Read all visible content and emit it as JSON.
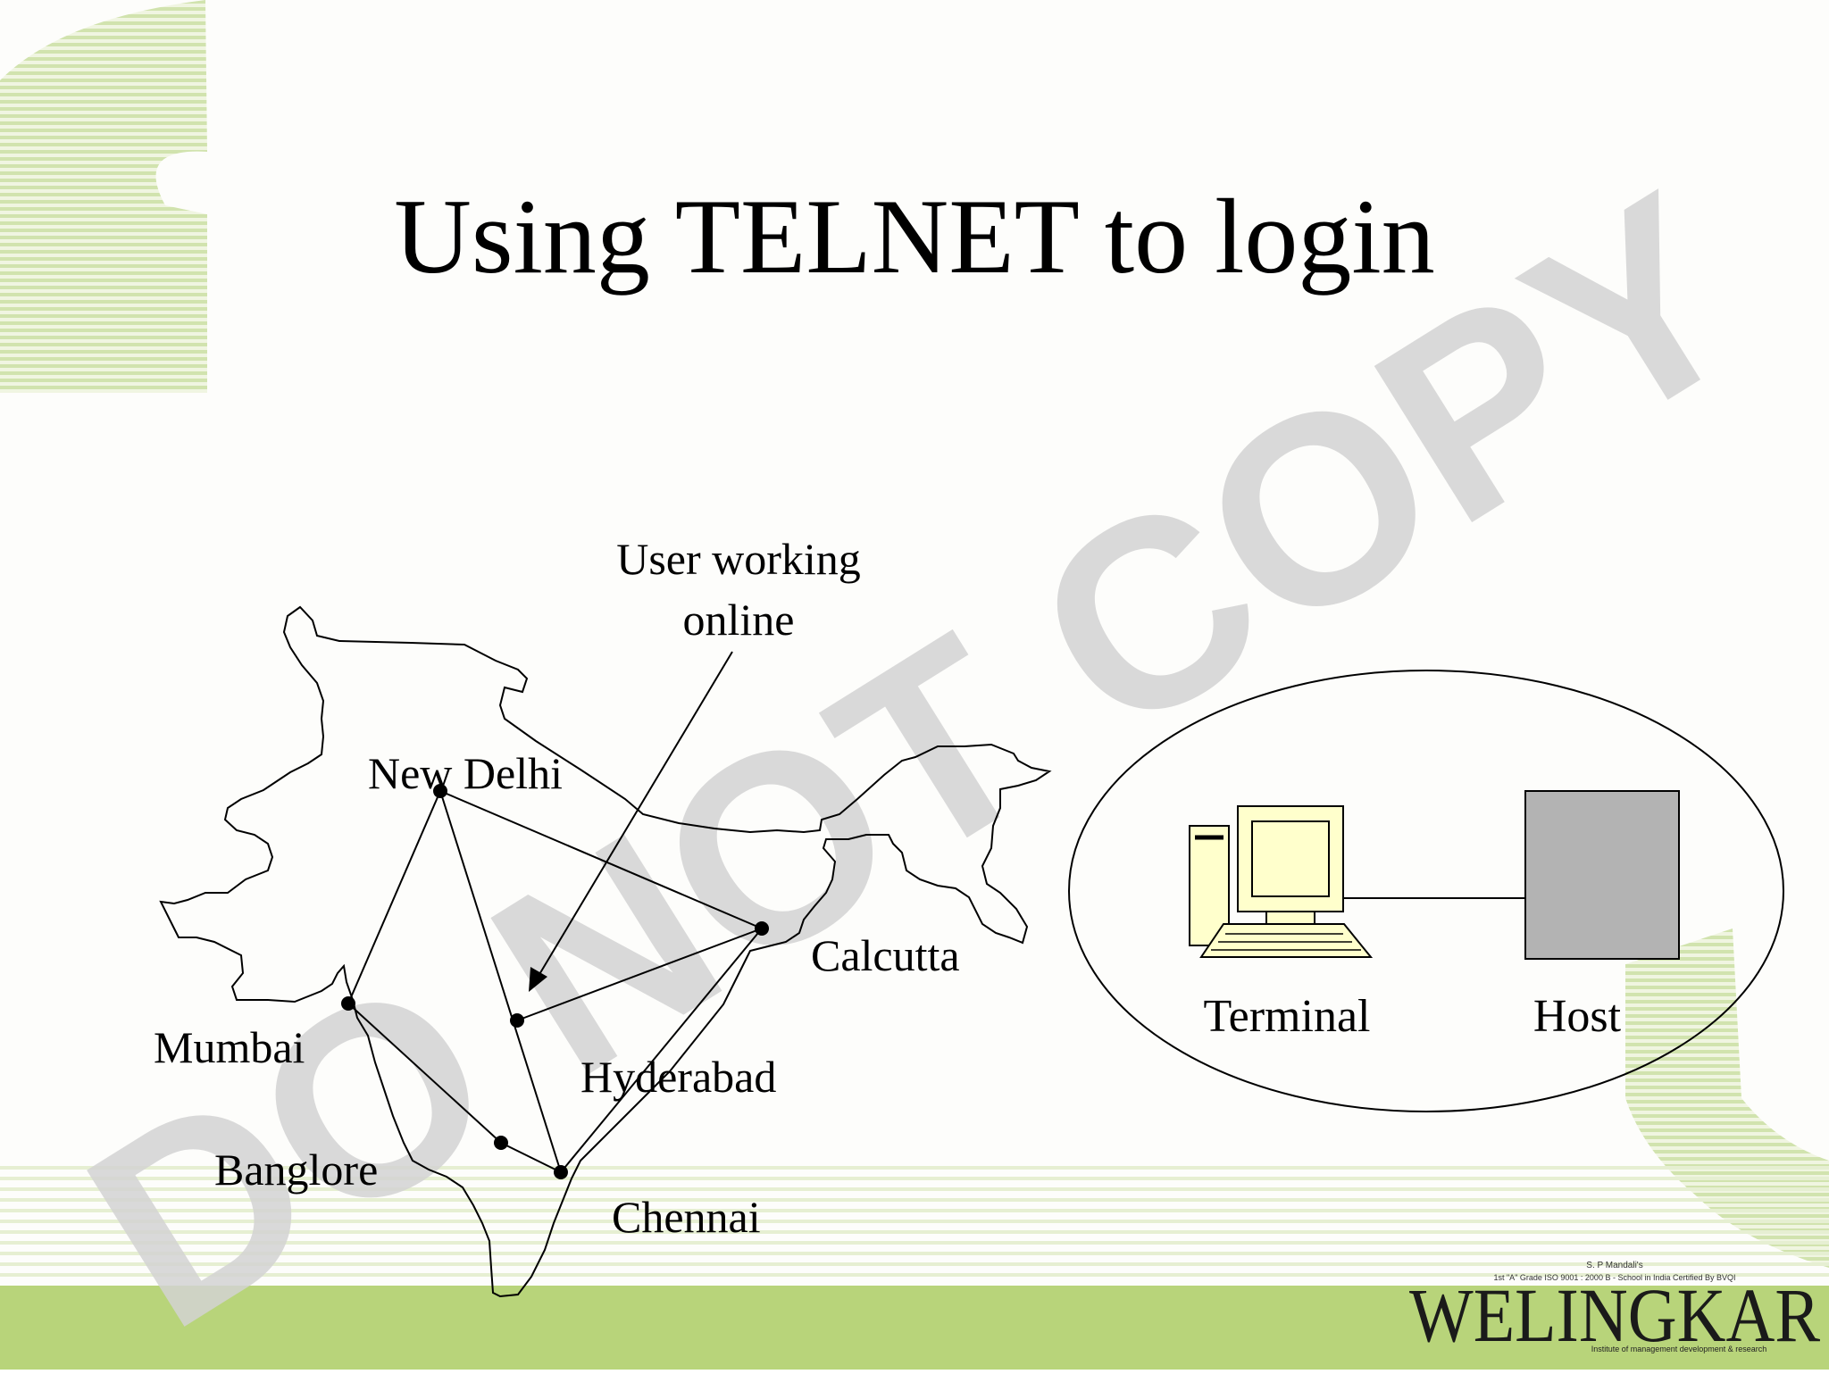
{
  "slide": {
    "title": "Using TELNET to login",
    "watermark": "DO NOT COPY"
  },
  "map": {
    "cities": {
      "new_delhi": "New Delhi",
      "calcutta": "Calcutta",
      "mumbai": "Mumbai",
      "hyderabad": "Hyderabad",
      "banglore": "Banglore",
      "chennai": "Chennai"
    },
    "annotation": {
      "line1": "User working",
      "line2": "online"
    }
  },
  "setup": {
    "terminal_label": "Terminal",
    "host_label": "Host"
  },
  "logo": {
    "tagline1": "S. P Mandali's",
    "tagline2": "1st \"A\" Grade ISO 9001 : 2000 B - School in India Certified By BVQI",
    "name": "WELINGKAR",
    "tagline3": "Institute of management development & research"
  },
  "colors": {
    "accent_green": "#b8d47a",
    "stripe_green": "#c9dea0",
    "watermark_gray": "#d2d2d2",
    "host_gray": "#b3b3b3",
    "terminal_yellow": "#ffffcc"
  }
}
